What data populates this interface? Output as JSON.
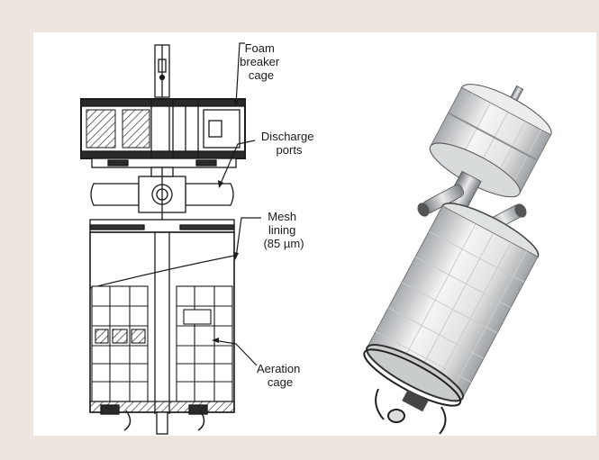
{
  "labels": {
    "foam_breaker_cage": [
      "Foam",
      "breaker",
      "cage"
    ],
    "discharge_ports": [
      "Discharge",
      "ports"
    ],
    "mesh_lining": [
      "Mesh",
      "lining",
      "(85 µm)"
    ],
    "aeration_cage": [
      "Aeration",
      "cage"
    ]
  },
  "colors": {
    "background": "#ede6e0",
    "panel": "#ffffff",
    "line": "#1a1a1a",
    "metal": "#b8bcc0",
    "mesh": "#e4e6e6"
  }
}
